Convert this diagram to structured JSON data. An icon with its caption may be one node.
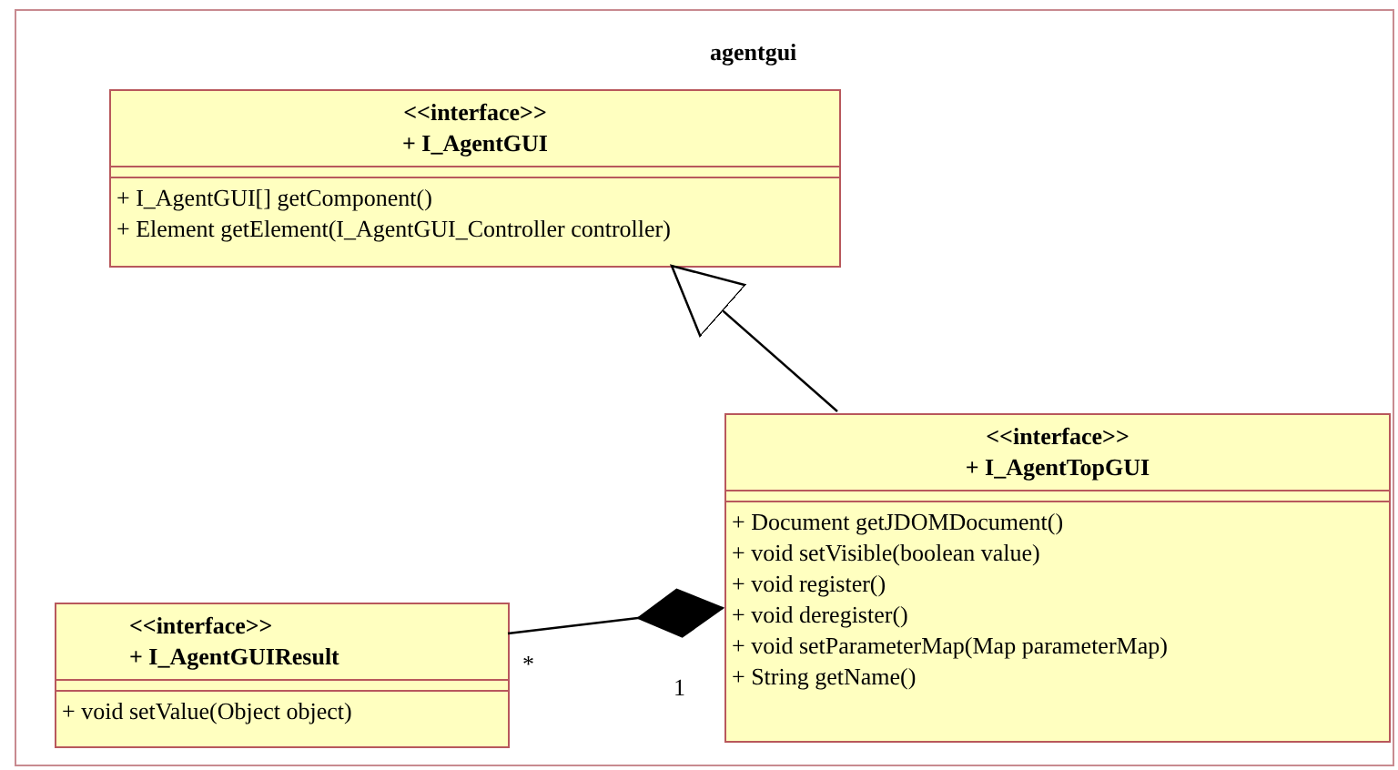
{
  "diagram": {
    "nodes": [
      {
        "text": [
          "agentgui"
        ]
      },
      {
        "text": [
          "<<interface>>",
          "+ I_AgentGUI",
          "+ I_AgentGUI[] getComponent()",
          "+ Element getElement(I_AgentGUI_Controller controller)"
        ],
        "in": 0
      },
      {
        "text": [
          "<<interface>>",
          "+ I_AgentTopGUI",
          "+ Document getJDOMDocument()",
          "+ void setVisible(boolean value)",
          "+ void register()",
          "+ void deregister()",
          "+ void setParameterMap(Map parameterMap)",
          "+ String getName()"
        ],
        "in": 0
      },
      {
        "text": [
          "<<interface>>",
          "+ I_AgentGUIResult",
          "+ void setValue(Object object)"
        ],
        "in": 0
      }
    ],
    "edges": [
      {
        "from": 2,
        "to": 1,
        "arrow": "to"
      },
      {
        "from": 3,
        "to": 2,
        "arrow": "other"
      }
    ],
    "labels": [
      "*",
      "1"
    ]
  }
}
